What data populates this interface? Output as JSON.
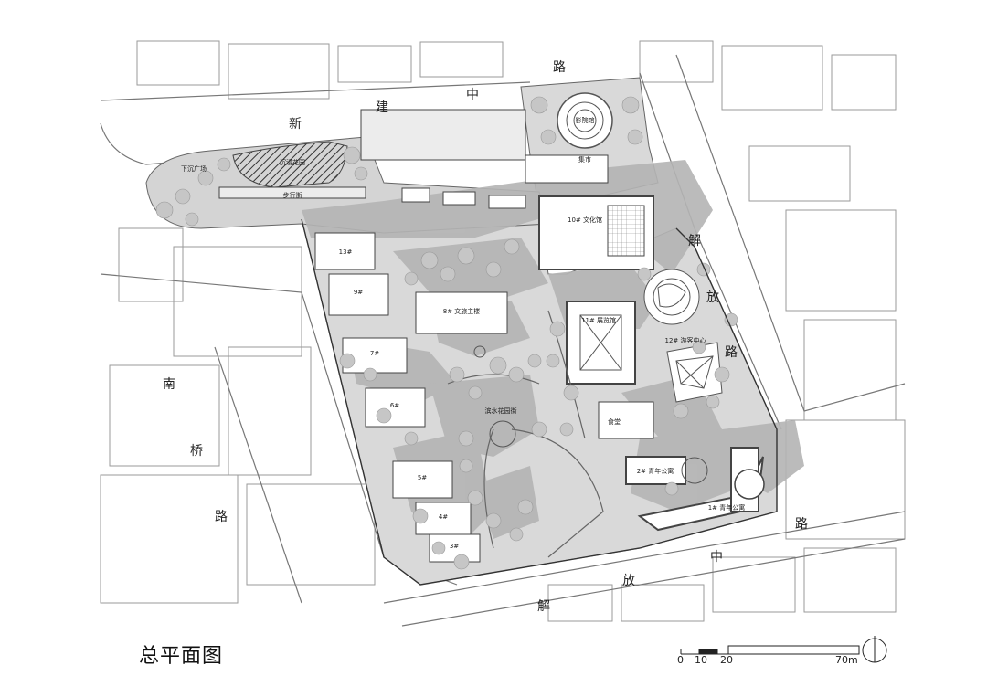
{
  "title": "总平面图",
  "roads": {
    "north": [
      "新",
      "建",
      "中",
      "路"
    ],
    "west": [
      "南",
      "桥",
      "路"
    ],
    "south": [
      "解",
      "放",
      "中",
      "路"
    ],
    "east": [
      "解",
      "放",
      "路"
    ]
  },
  "buildings": {
    "b1": "1# 青年公寓",
    "b2": "2# 青年公寓",
    "b3": "3#",
    "b4": "4#",
    "b5": "5#",
    "b6": "6#",
    "b7": "7#",
    "b8": "8# 文旅主楼",
    "b9": "9#",
    "b10": "10# 文化馆",
    "b11": "11# 展览馆",
    "b12": "12# 游客中心",
    "b13": "13#",
    "cinema": "影院馆",
    "plaza": "沉浸花园",
    "canteen": "食堂",
    "gallery": "步行街",
    "square": "下沉广场",
    "central": "滨水花园街",
    "market": "集市"
  },
  "scale": {
    "ticks": [
      "0",
      "10",
      "20",
      "70m"
    ]
  },
  "colors": {
    "shadow": "#b4b4b4",
    "paving": "#d9d9d9",
    "line": "#555555",
    "tree": "#c6c6c6"
  }
}
